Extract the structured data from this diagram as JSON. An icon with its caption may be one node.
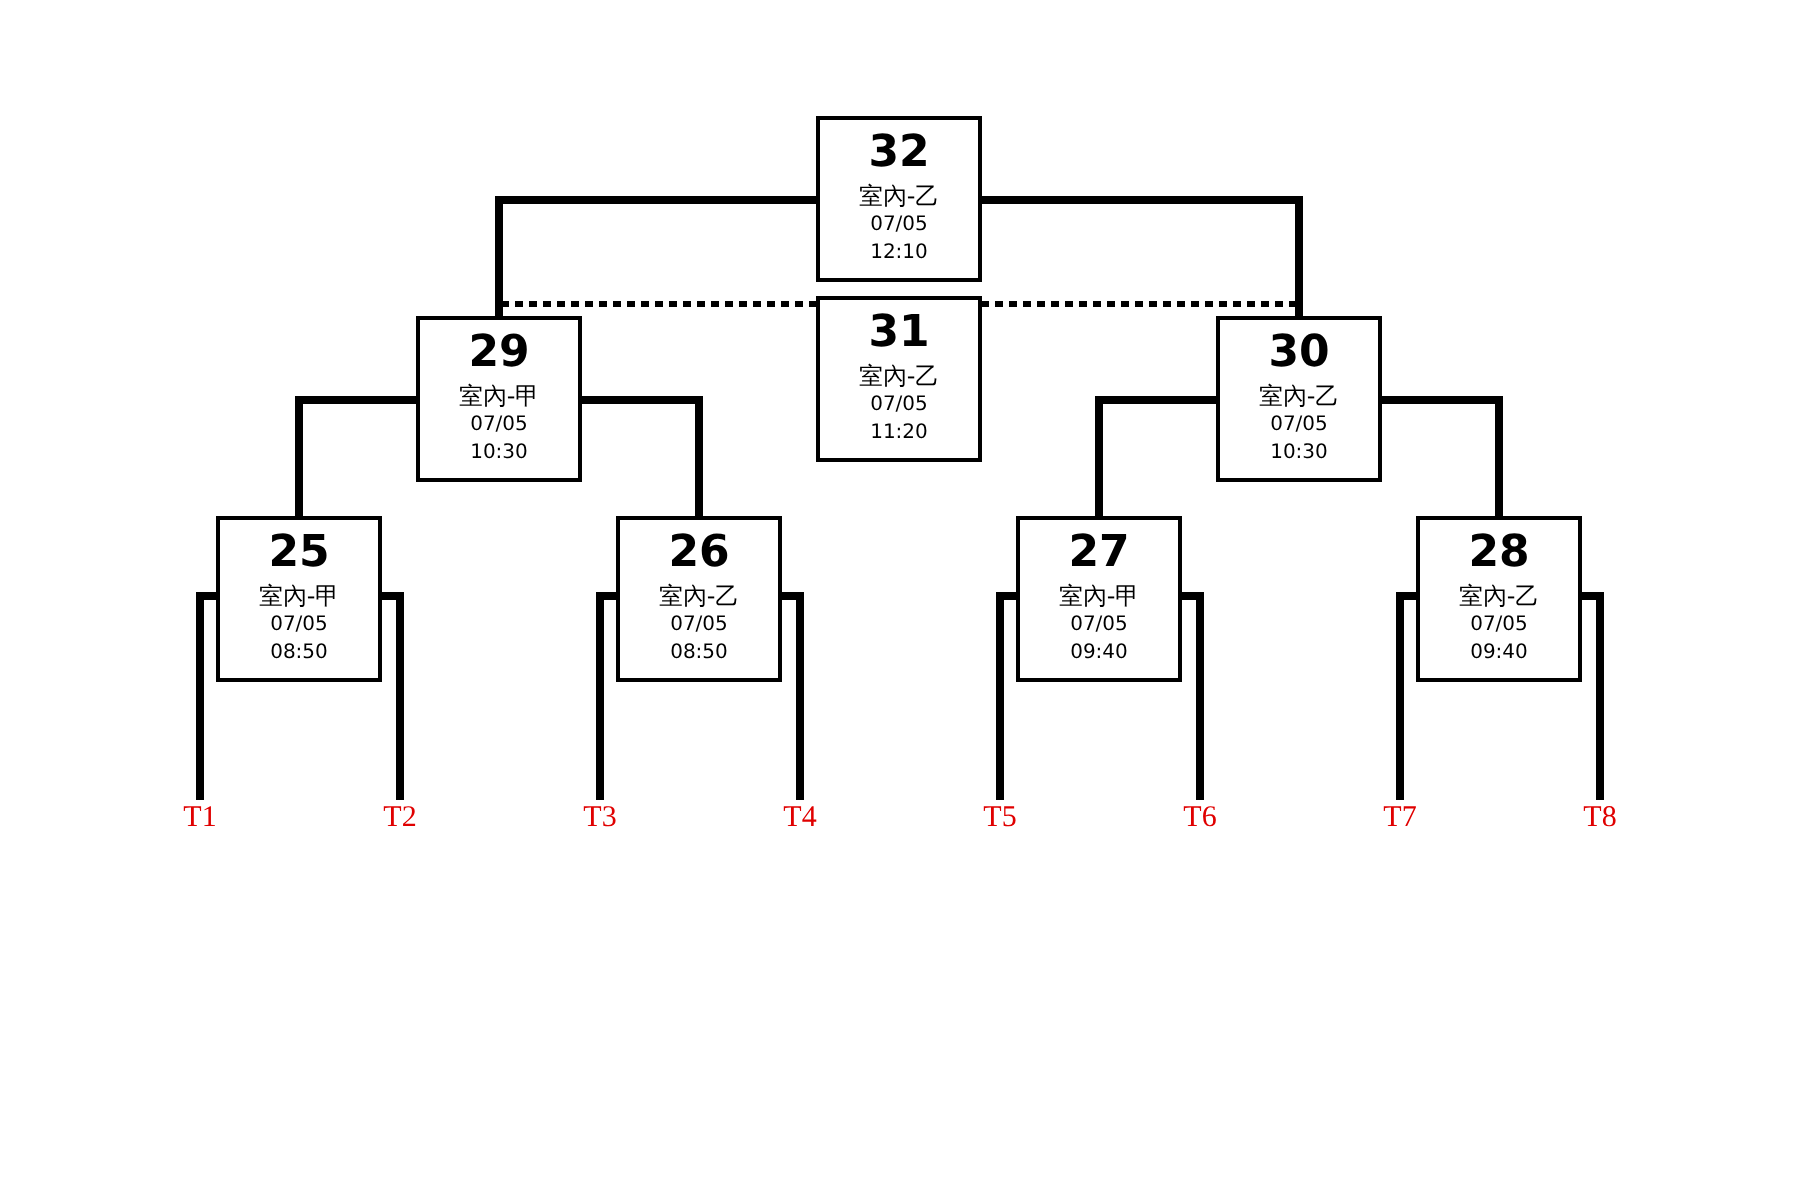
{
  "diagram": {
    "nodes": [
      {
        "text": [
          "32",
          "室內-乙",
          "07/05",
          "12:10"
        ]
      },
      {
        "text": [
          "31",
          "室內-乙",
          "07/05",
          "11:20"
        ]
      },
      {
        "text": [
          "29",
          "室內-甲",
          "07/05",
          "10:30"
        ]
      },
      {
        "text": [
          "30",
          "室內-乙",
          "07/05",
          "10:30"
        ]
      },
      {
        "text": [
          "25",
          "室內-甲",
          "07/05",
          "08:50"
        ]
      },
      {
        "text": [
          "26",
          "室內-乙",
          "07/05",
          "08:50"
        ]
      },
      {
        "text": [
          "27",
          "室內-甲",
          "07/05",
          "09:40"
        ]
      },
      {
        "text": [
          "28",
          "室內-乙",
          "07/05",
          "09:40"
        ]
      },
      {
        "text": [
          "T1"
        ]
      },
      {
        "text": [
          "T2"
        ]
      },
      {
        "text": [
          "T3"
        ]
      },
      {
        "text": [
          "T4"
        ]
      },
      {
        "text": [
          "T5"
        ]
      },
      {
        "text": [
          "T6"
        ]
      },
      {
        "text": [
          "T7"
        ]
      },
      {
        "text": [
          "T8"
        ]
      }
    ],
    "edges": [
      {
        "from": 8,
        "to": 4,
        "arrow": "none"
      },
      {
        "from": 9,
        "to": 4,
        "arrow": "none"
      },
      {
        "from": 10,
        "to": 5,
        "arrow": "none"
      },
      {
        "from": 11,
        "to": 5,
        "arrow": "none"
      },
      {
        "from": 12,
        "to": 6,
        "arrow": "none"
      },
      {
        "from": 13,
        "to": 6,
        "arrow": "none"
      },
      {
        "from": 14,
        "to": 7,
        "arrow": "none"
      },
      {
        "from": 15,
        "to": 7,
        "arrow": "none"
      },
      {
        "from": 4,
        "to": 2,
        "arrow": "none"
      },
      {
        "from": 5,
        "to": 2,
        "arrow": "none"
      },
      {
        "from": 6,
        "to": 3,
        "arrow": "none"
      },
      {
        "from": 7,
        "to": 3,
        "arrow": "none"
      },
      {
        "from": 2,
        "to": 0,
        "arrow": "none"
      },
      {
        "from": 3,
        "to": 0,
        "arrow": "none"
      },
      {
        "from": 2,
        "to": 1,
        "arrow": "none",
        "style": "dashed"
      },
      {
        "from": 3,
        "to": 1,
        "arrow": "none",
        "style": "dashed"
      }
    ]
  }
}
